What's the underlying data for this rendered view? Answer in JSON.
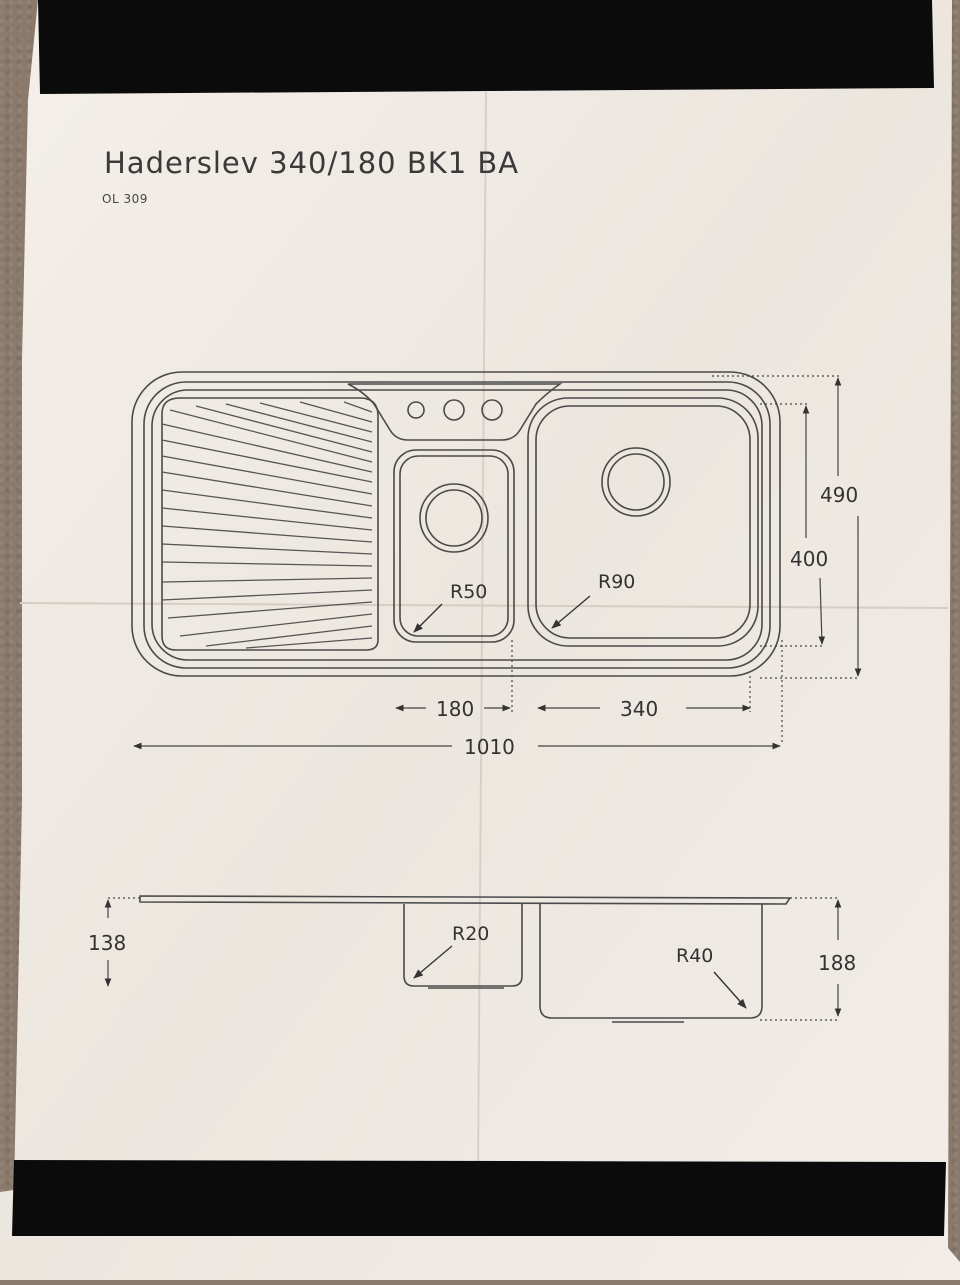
{
  "document": {
    "title": "Haderslev 340/180 BK1 BA",
    "code": "OL 309"
  },
  "top_view": {
    "dimensions": {
      "overall_width": "1010",
      "small_bowl_width": "180",
      "large_bowl_width": "340",
      "overall_depth": "490",
      "bowl_depth": "400"
    },
    "radii": {
      "small_bowl": "R50",
      "large_bowl": "R90"
    }
  },
  "side_view": {
    "dimensions": {
      "small_bowl_depth": "138",
      "large_bowl_depth": "188"
    },
    "radii": {
      "small_bowl": "R20",
      "large_bowl": "R40"
    }
  },
  "colors": {
    "paper": "#f1ece6",
    "ink": "#3a3a3a",
    "band": "#0b0b0b"
  }
}
